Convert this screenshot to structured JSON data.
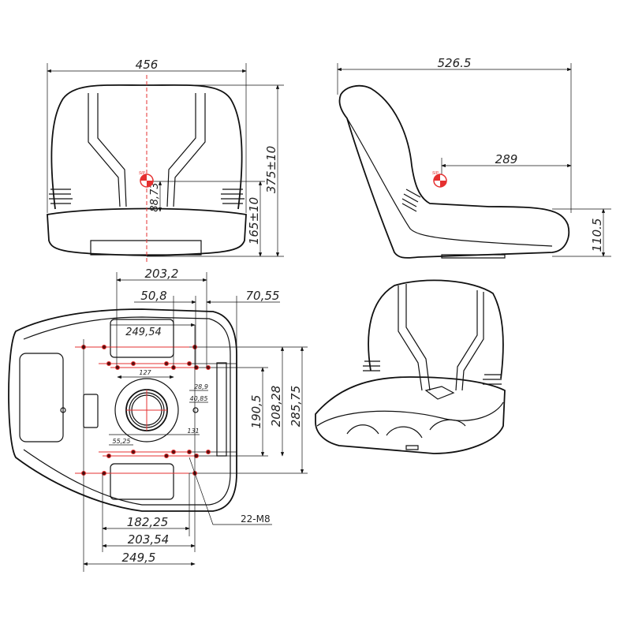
{
  "colors": {
    "line": "#111111",
    "accent": "#e53030",
    "hole": "#5a1010"
  },
  "sip_label": "SIP",
  "front_view": {
    "width": "456",
    "height": "375±10",
    "seat_height": "165±10",
    "sip_height": "88,73"
  },
  "side_view": {
    "depth": "526.5",
    "sip_offset": "289",
    "seat_front_height": "110.5"
  },
  "bottom_view": {
    "d_203_2": "203,2",
    "d_50_8": "50,8",
    "d_70_55": "70,55",
    "d_249_54": "249,54",
    "d_127": "127",
    "d_28_9": "28,9",
    "d_40_85": "40,85",
    "d_131": "131",
    "d_55_25": "55,25",
    "d_190_5": "190,5",
    "d_208_28": "208,28",
    "d_285_75": "285,75",
    "d_182_25": "182,25",
    "d_203_54": "203,54",
    "d_249_5": "249,5",
    "holes": "22-M8"
  }
}
